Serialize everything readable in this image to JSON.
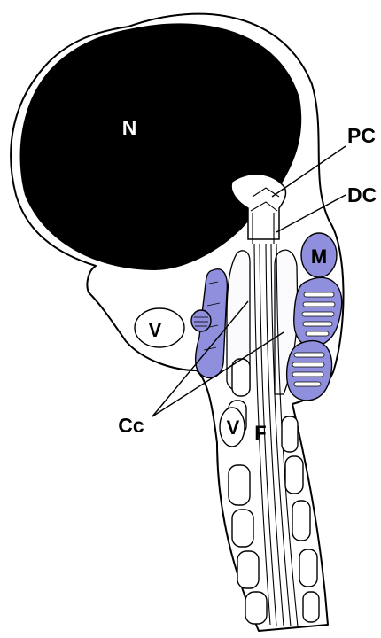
{
  "labels": {
    "nucleus": "N",
    "proximal_centriole": "PC",
    "distal_centriole": "DC",
    "mitochondrion": "M",
    "vacuole_head": "V",
    "vacuole_tail": "V",
    "flagellum": "F",
    "cytoplasmic_canal": "Cc"
  },
  "colors": {
    "nucleus": "#000000",
    "mitochondria": "#8f8fde",
    "outline": "#000000",
    "background": "#ffffff"
  }
}
